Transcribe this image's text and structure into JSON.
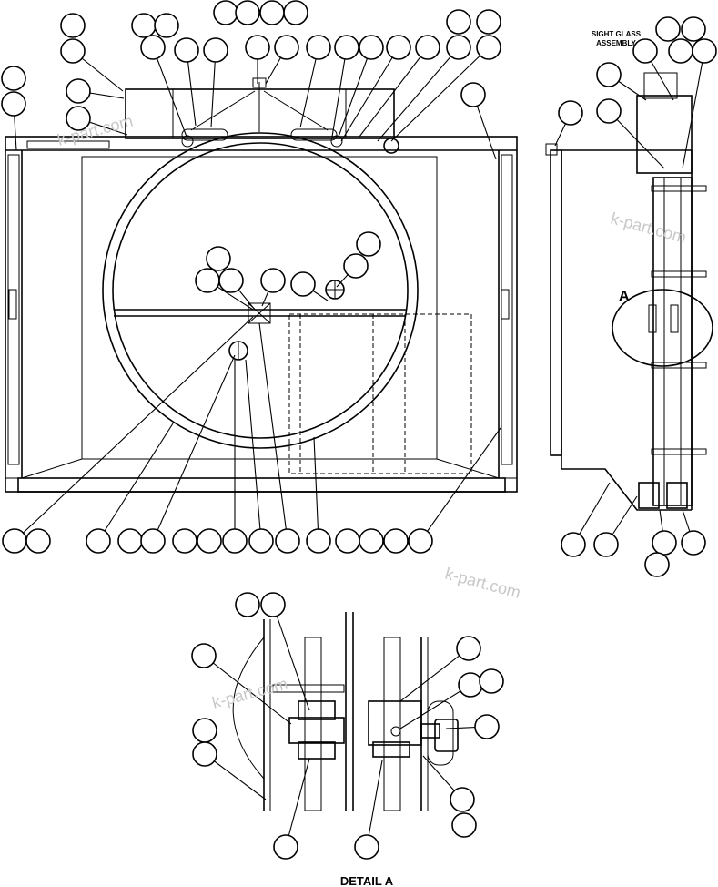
{
  "labels": {
    "sight_glass_line1": "SIGHT GLASS",
    "sight_glass_line2": "ASSEMBLY",
    "detail_marker": "A",
    "detail_title": "DETAIL A"
  },
  "watermark": "k-part.com"
}
